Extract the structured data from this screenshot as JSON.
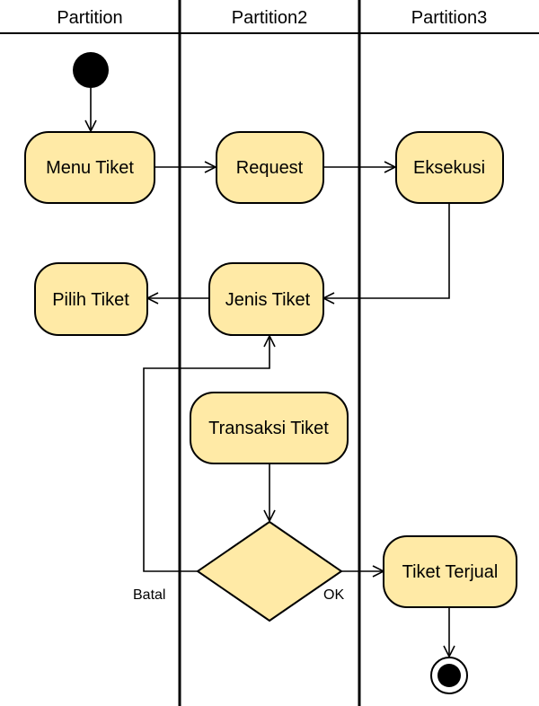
{
  "diagram": {
    "type": "uml-activity-diagram",
    "colors": {
      "action_fill": "#ffeaa6",
      "decision_fill": "#ffeaa6",
      "stroke": "#000000",
      "background": "#ffffff"
    },
    "partitions": [
      {
        "id": "p1",
        "label": "Partition"
      },
      {
        "id": "p2",
        "label": "Partition2"
      },
      {
        "id": "p3",
        "label": "Partition3"
      }
    ],
    "nodes": {
      "start": {
        "kind": "initial",
        "partition": "p1"
      },
      "menu_tiket": {
        "kind": "action",
        "partition": "p1",
        "label": "Menu Tiket"
      },
      "request": {
        "kind": "action",
        "partition": "p2",
        "label": "Request"
      },
      "eksekusi": {
        "kind": "action",
        "partition": "p3",
        "label": "Eksekusi"
      },
      "jenis_tiket": {
        "kind": "action",
        "partition": "p2",
        "label": "Jenis Tiket"
      },
      "pilih_tiket": {
        "kind": "action",
        "partition": "p1",
        "label": "Pilih Tiket"
      },
      "transaksi_tiket": {
        "kind": "action",
        "partition": "p2",
        "label": "Transaksi Tiket"
      },
      "decision": {
        "kind": "decision",
        "partition": "p2"
      },
      "tiket_terjual": {
        "kind": "action",
        "partition": "p3",
        "label": "Tiket Terjual"
      },
      "end": {
        "kind": "final",
        "partition": "p3"
      }
    },
    "edges": [
      {
        "from": "start",
        "to": "menu_tiket"
      },
      {
        "from": "menu_tiket",
        "to": "request"
      },
      {
        "from": "request",
        "to": "eksekusi"
      },
      {
        "from": "eksekusi",
        "to": "jenis_tiket"
      },
      {
        "from": "jenis_tiket",
        "to": "pilih_tiket"
      },
      {
        "from": "transaksi_tiket",
        "to": "decision"
      },
      {
        "from": "decision",
        "to": "tiket_terjual",
        "guard": "OK"
      },
      {
        "from": "decision",
        "to": "jenis_tiket",
        "guard": "Batal"
      },
      {
        "from": "tiket_terjual",
        "to": "end"
      }
    ]
  }
}
